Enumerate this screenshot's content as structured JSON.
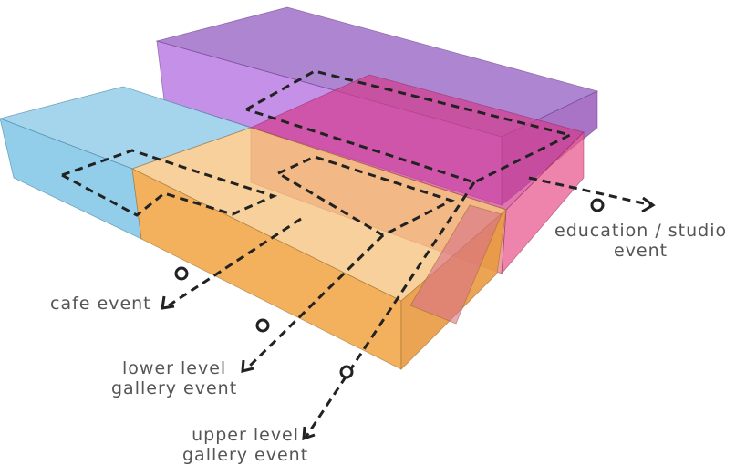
{
  "colors": {
    "purple": "#9b59c9",
    "blue": "#8fcdea",
    "orange": "#f2ad55",
    "magenta": "#d9407e",
    "path": "#222222",
    "label": "#555555"
  },
  "labels": {
    "education": [
      "education / studio",
      "event"
    ],
    "cafe": [
      "cafe event"
    ],
    "lower": [
      "lower level",
      "gallery event"
    ],
    "upper": [
      "upper level",
      "gallery event"
    ]
  }
}
